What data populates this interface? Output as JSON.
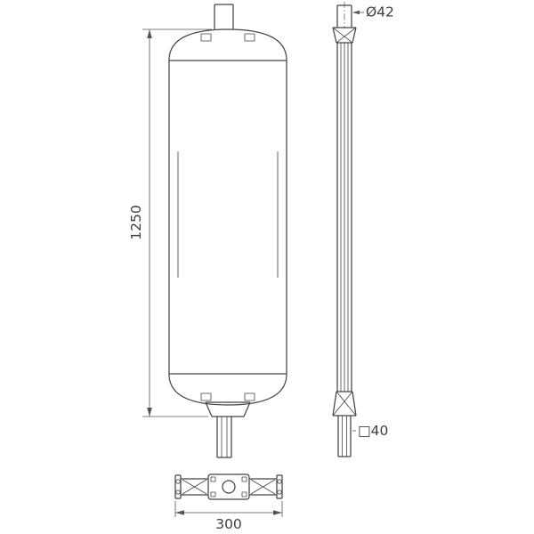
{
  "drawing": {
    "dim_length": "1250",
    "dim_top_diameter": "Ø42",
    "dim_bottom_square": "□40",
    "dim_width": "300"
  },
  "colors": {
    "line": "#454545",
    "dimension": "#555555",
    "text": "#3f3f3f",
    "background": "#ffffff"
  }
}
